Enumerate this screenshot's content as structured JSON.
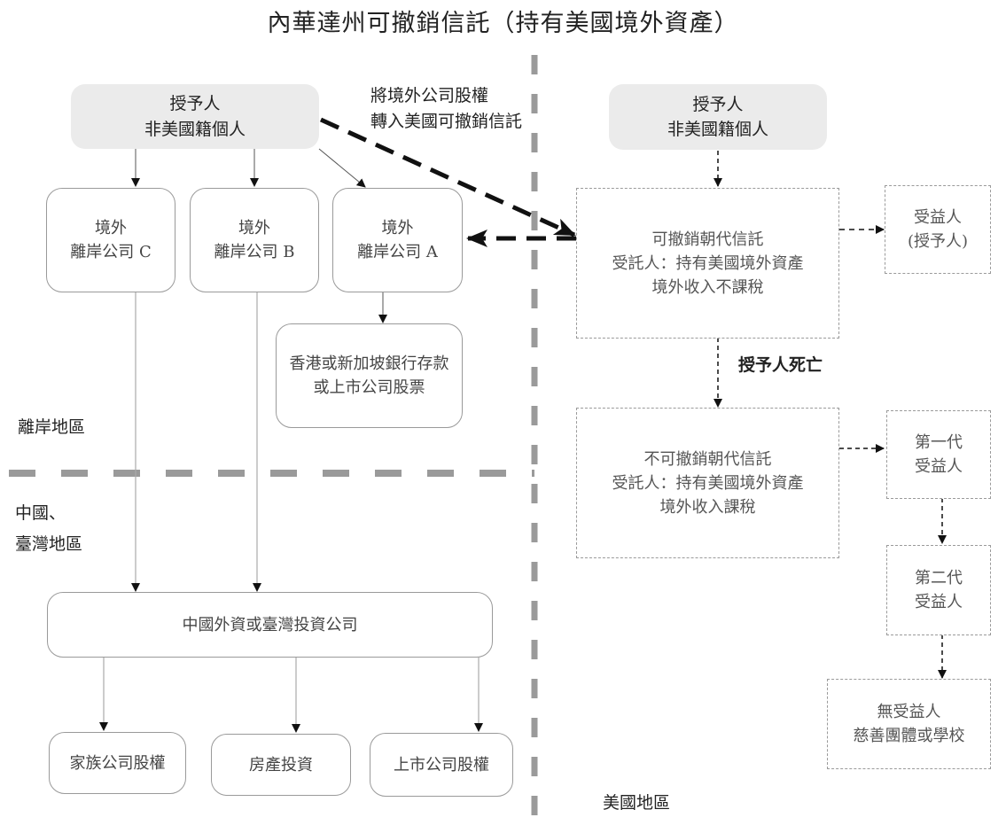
{
  "title": "內華達州可撤銷信託（持有美國境外資產）",
  "regions": {
    "offshore": "離岸地區",
    "china_taiwan": [
      "中國、",
      "臺灣地區"
    ],
    "us": "美國地區"
  },
  "left": {
    "grantor": [
      "授予人",
      "非美國籍個人"
    ],
    "offshore_companies": [
      {
        "id": "C",
        "lines": [
          "境外",
          "離岸公司 C"
        ]
      },
      {
        "id": "B",
        "lines": [
          "境外",
          "離岸公司 B"
        ]
      },
      {
        "id": "A",
        "lines": [
          "境外",
          "離岸公司 A"
        ]
      }
    ],
    "bank_box": [
      "香港或新加坡銀行存款",
      "或上市公司股票"
    ],
    "investment_company": "中國外資或臺灣投資公司",
    "holdings": [
      "家族公司股權",
      "房產投資",
      "上市公司股權"
    ]
  },
  "transfer_label": [
    "將境外公司股權",
    "轉入美國可撤銷信託"
  ],
  "right": {
    "grantor": [
      "授予人",
      "非美國籍個人"
    ],
    "revocable_trust": [
      "可撤銷朝代信託",
      "受託人：持有美國境外資產",
      "境外收入不課稅"
    ],
    "beneficiary_grantor": [
      "受益人",
      "(授予人)"
    ],
    "death_label": "授予人死亡",
    "irrevocable_trust": [
      "不可撤銷朝代信託",
      "受託人：持有美國境外資產",
      "境外收入課稅"
    ],
    "first_gen": [
      "第一代",
      "受益人"
    ],
    "second_gen": [
      "第二代",
      "受益人"
    ],
    "no_beneficiary": [
      "無受益人",
      "慈善團體或學校"
    ]
  },
  "colors": {
    "grantor_fill": "#ebebeb",
    "divider": "#9a9a9a",
    "arrow": "#111111",
    "box_border": "#9a9a9a"
  }
}
